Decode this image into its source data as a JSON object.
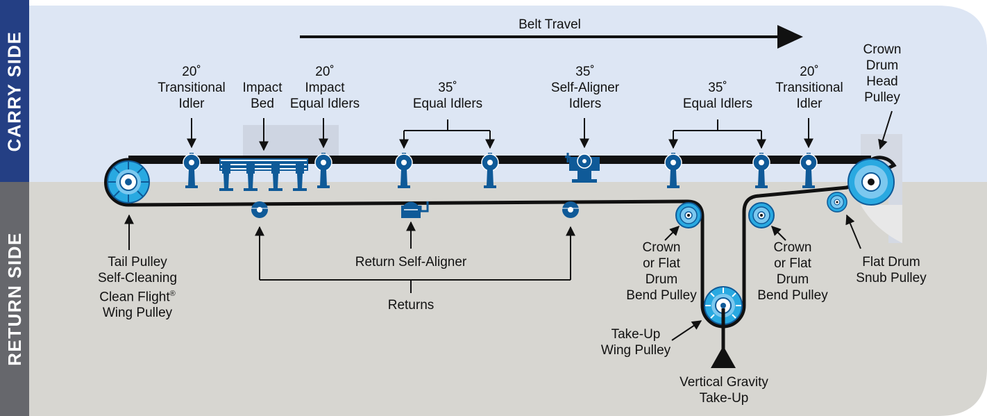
{
  "sides": {
    "carry": "CARRY SIDE",
    "return": "RETURN SIDE"
  },
  "colors": {
    "carry_bg": "#dde6f4",
    "return_bg": "#d7d6d1",
    "carry_label_bg": "#243f84",
    "return_label_bg": "#66676c",
    "idler_blue": "#0f5a98",
    "pulley_cyan": "#29a9e1",
    "belt": "#111111"
  },
  "belt_travel": "Belt Travel",
  "labels": {
    "transitional_idler_left": {
      "deg": "20˚",
      "l1": "Transitional",
      "l2": "Idler"
    },
    "impact_bed": {
      "l1": "Impact",
      "l2": "Bed"
    },
    "impact_equal_idlers": {
      "deg": "20˚",
      "l1": "Impact",
      "l2": "Equal Idlers"
    },
    "equal_idlers_left": {
      "deg": "35˚",
      "l1": "Equal Idlers"
    },
    "self_aligner_idlers": {
      "deg": "35˚",
      "l1": "Self-Aligner",
      "l2": "Idlers"
    },
    "equal_idlers_right": {
      "deg": "35˚",
      "l1": "Equal Idlers"
    },
    "transitional_idler_right": {
      "deg": "20˚",
      "l1": "Transitional",
      "l2": "Idler"
    },
    "head_pulley": {
      "l1": "Crown",
      "l2": "Drum",
      "l3": "Head",
      "l4": "Pulley"
    },
    "tail_pulley": {
      "l1": "Tail Pulley",
      "l2": "Self-Cleaning",
      "l3": "Clean Flight",
      "reg": "®",
      "l4": "Wing Pulley"
    },
    "return_self_aligner": {
      "l1": "Return Self-Aligner"
    },
    "returns": {
      "l1": "Returns"
    },
    "bend_pulley_left": {
      "l1": "Crown",
      "l2": "or Flat",
      "l3": "Drum",
      "l4": "Bend Pulley"
    },
    "bend_pulley_right": {
      "l1": "Crown",
      "l2": "or Flat",
      "l3": "Drum",
      "l4": "Bend Pulley"
    },
    "snub_pulley": {
      "l1": "Flat Drum",
      "l2": "Snub Pulley"
    },
    "take_up_wing_pulley": {
      "l1": "Take-Up",
      "l2": "Wing Pulley"
    },
    "vertical_gravity_take_up": {
      "l1": "Vertical Gravity",
      "l2": "Take-Up"
    }
  }
}
